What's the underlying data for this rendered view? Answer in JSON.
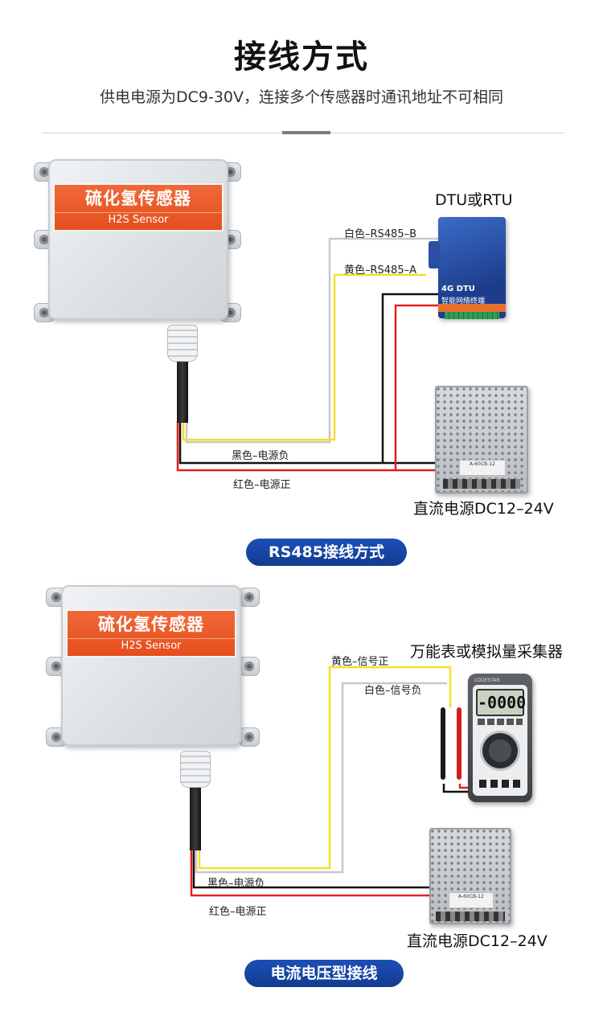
{
  "header": {
    "title": "接线方式",
    "subtitle": "供电电源为DC9-30V，连接多个传感器时通讯地址不可相同"
  },
  "sensor": {
    "name": "硫化氢传感器",
    "model": "H2S Sensor"
  },
  "rs485_section": {
    "device_label": "DTU或RTU",
    "dtu_model": "4G DTU",
    "dtu_caption": "智能网络终端",
    "wire_white": "白色–RS485–B",
    "wire_yellow": "黄色–RS485–A",
    "wire_black": "黑色–电源负",
    "wire_red": "红色–电源正",
    "power_label": "直流电源DC12–24V",
    "psu_model": "A-60CB-12",
    "badge": "RS485接线方式"
  },
  "analog_section": {
    "device_label": "万能表或模拟量采集器",
    "meter_brand": "LODESTAR",
    "meter_reading": "-0000",
    "wire_yellow": "黄色–信号正",
    "wire_white": "白色–信号负",
    "wire_black": "黑色–电源负",
    "wire_red": "红色–电源正",
    "power_label": "直流电源DC12–24V",
    "psu_model": "A-60CB-12",
    "badge": "电流电压型接线"
  },
  "colors": {
    "wire_white": "#c8c8c8",
    "wire_yellow": "#f3df2a",
    "wire_black": "#111111",
    "wire_red": "#e32020",
    "badge": "#1a4aad",
    "sensor_label": "#e85a24"
  }
}
